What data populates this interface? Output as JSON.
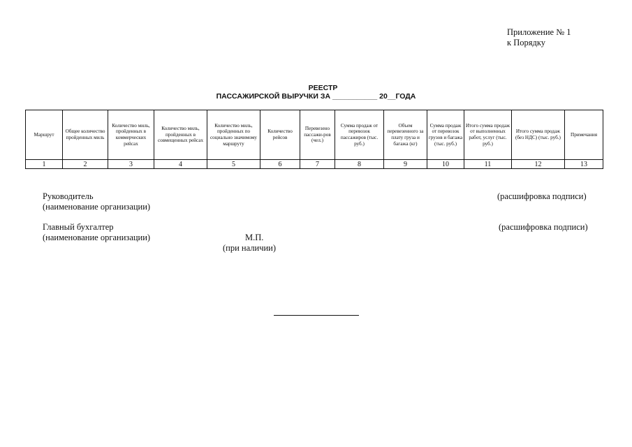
{
  "appendix": {
    "line1": "Приложение № 1",
    "line2": "к Порядку"
  },
  "title": {
    "line1": "РЕЕСТР",
    "line2": "ПАССАЖИРСКОЙ ВЫРУЧКИ ЗА ___________ 20__ГОДА"
  },
  "table": {
    "headers": [
      "Маршрут",
      "Общее количество пройденных миль",
      "Количество миль, пройденных в коммерческих рейсах",
      "Количество миль, пройденных в совмещенных рейсах",
      "Количество миль, пройденных по социально значимому маршруту",
      "Количество рейсов",
      "Перевезено пассажи-ров (чел.)",
      "Сумма продаж от перевозок пассажиров (тыс. руб.)",
      "Объем перевезенного за плату груза и багажа (кг)",
      "Сумма продаж от перевозок грузов и багажа (тыс. руб.)",
      "Итого сумма продаж от выполненных работ, услуг (тыс. руб.)",
      "Итого сумма продаж (без НДС) (тыс. руб.)",
      "Примечания"
    ],
    "numbers": [
      "1",
      "2",
      "3",
      "4",
      "5",
      "6",
      "7",
      "8",
      "9",
      "10",
      "11",
      "12",
      "13"
    ]
  },
  "signatures": {
    "head_title": "Руководитель",
    "head_org": "(наименование организации)",
    "head_decode": "(расшифровка подписи)",
    "accountant_title": "Главный бухгалтер",
    "accountant_org": "(наименование организации)",
    "accountant_decode": "(расшифровка подписи)",
    "stamp": "М.П.",
    "stamp_note": "(при наличии)"
  }
}
